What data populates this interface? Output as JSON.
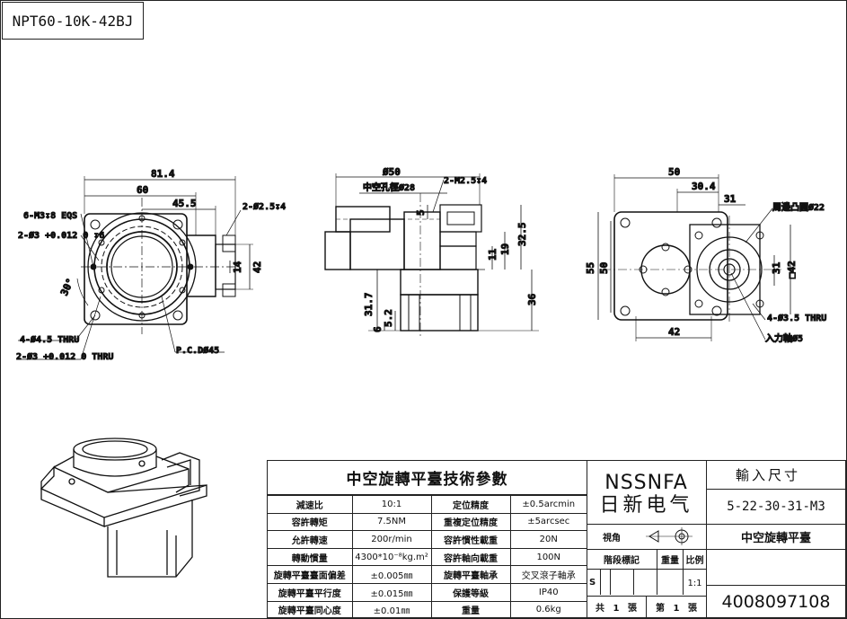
{
  "model": "NPT60-10K-42BJ",
  "front_view": {
    "dims": [
      "81.4",
      "60",
      "45.5",
      "2-Ø2.5↧4",
      "14",
      "42",
      "30°"
    ],
    "callouts": [
      "6-M3↧8 EQS",
      "2-Ø3 +0.012 0 ↧6",
      "4-Ø4.5 THRU",
      "2-Ø3 +0.012 0 THRU",
      "P.C.DØ45"
    ]
  },
  "side_view": {
    "dims": [
      "Ø50",
      "中空孔徑Ø28",
      "2-M2.5↧4",
      "5",
      "11",
      "19",
      "32.5",
      "31.7",
      "5.2",
      "6",
      "36"
    ]
  },
  "right_view": {
    "dims": [
      "50",
      "30.4",
      "31",
      "周邊凸圓Ø22",
      "55",
      "50",
      "□42",
      "31",
      "42",
      "4-Ø3.5 THRU",
      "入力軸Ø5"
    ]
  },
  "spec": {
    "title": "中空旋轉平臺技術參數",
    "rows": [
      [
        "減速比",
        "10:1",
        "定位精度",
        "±0.5arcmin"
      ],
      [
        "容許轉矩",
        "7.5NM",
        "重複定位精度",
        "±5arcsec"
      ],
      [
        "允許轉速",
        "200r/min",
        "容許慣性載重",
        "20N"
      ],
      [
        "轉動慣量",
        "4300*10⁻⁸kg.m²",
        "容許軸向載重",
        "100N"
      ],
      [
        "旋轉平臺臺面偏差",
        "±0.005㎜",
        "旋轉平臺軸承",
        "交叉滾子軸承"
      ],
      [
        "旋轉平臺平行度",
        "±0.015㎜",
        "保護等級",
        "IP40"
      ],
      [
        "旋轉平臺同心度",
        "±0.01㎜",
        "重量",
        "0.6kg"
      ]
    ]
  },
  "title_block": {
    "brand_en": "NSSNFA",
    "brand_cn": "日新电气",
    "input_label": "輸入尺寸",
    "input_code": "5-22-30-31-M3",
    "view_label": "視角",
    "product_name": "中空旋轉平臺",
    "stage_label": "階段標記",
    "weight_label": "重量",
    "scale_label": "比例",
    "stage_mark": "S",
    "scale_value": "1:1",
    "sheets_total": "共 1 張",
    "sheet_no": "第 1 張",
    "phone": "4008097108"
  }
}
